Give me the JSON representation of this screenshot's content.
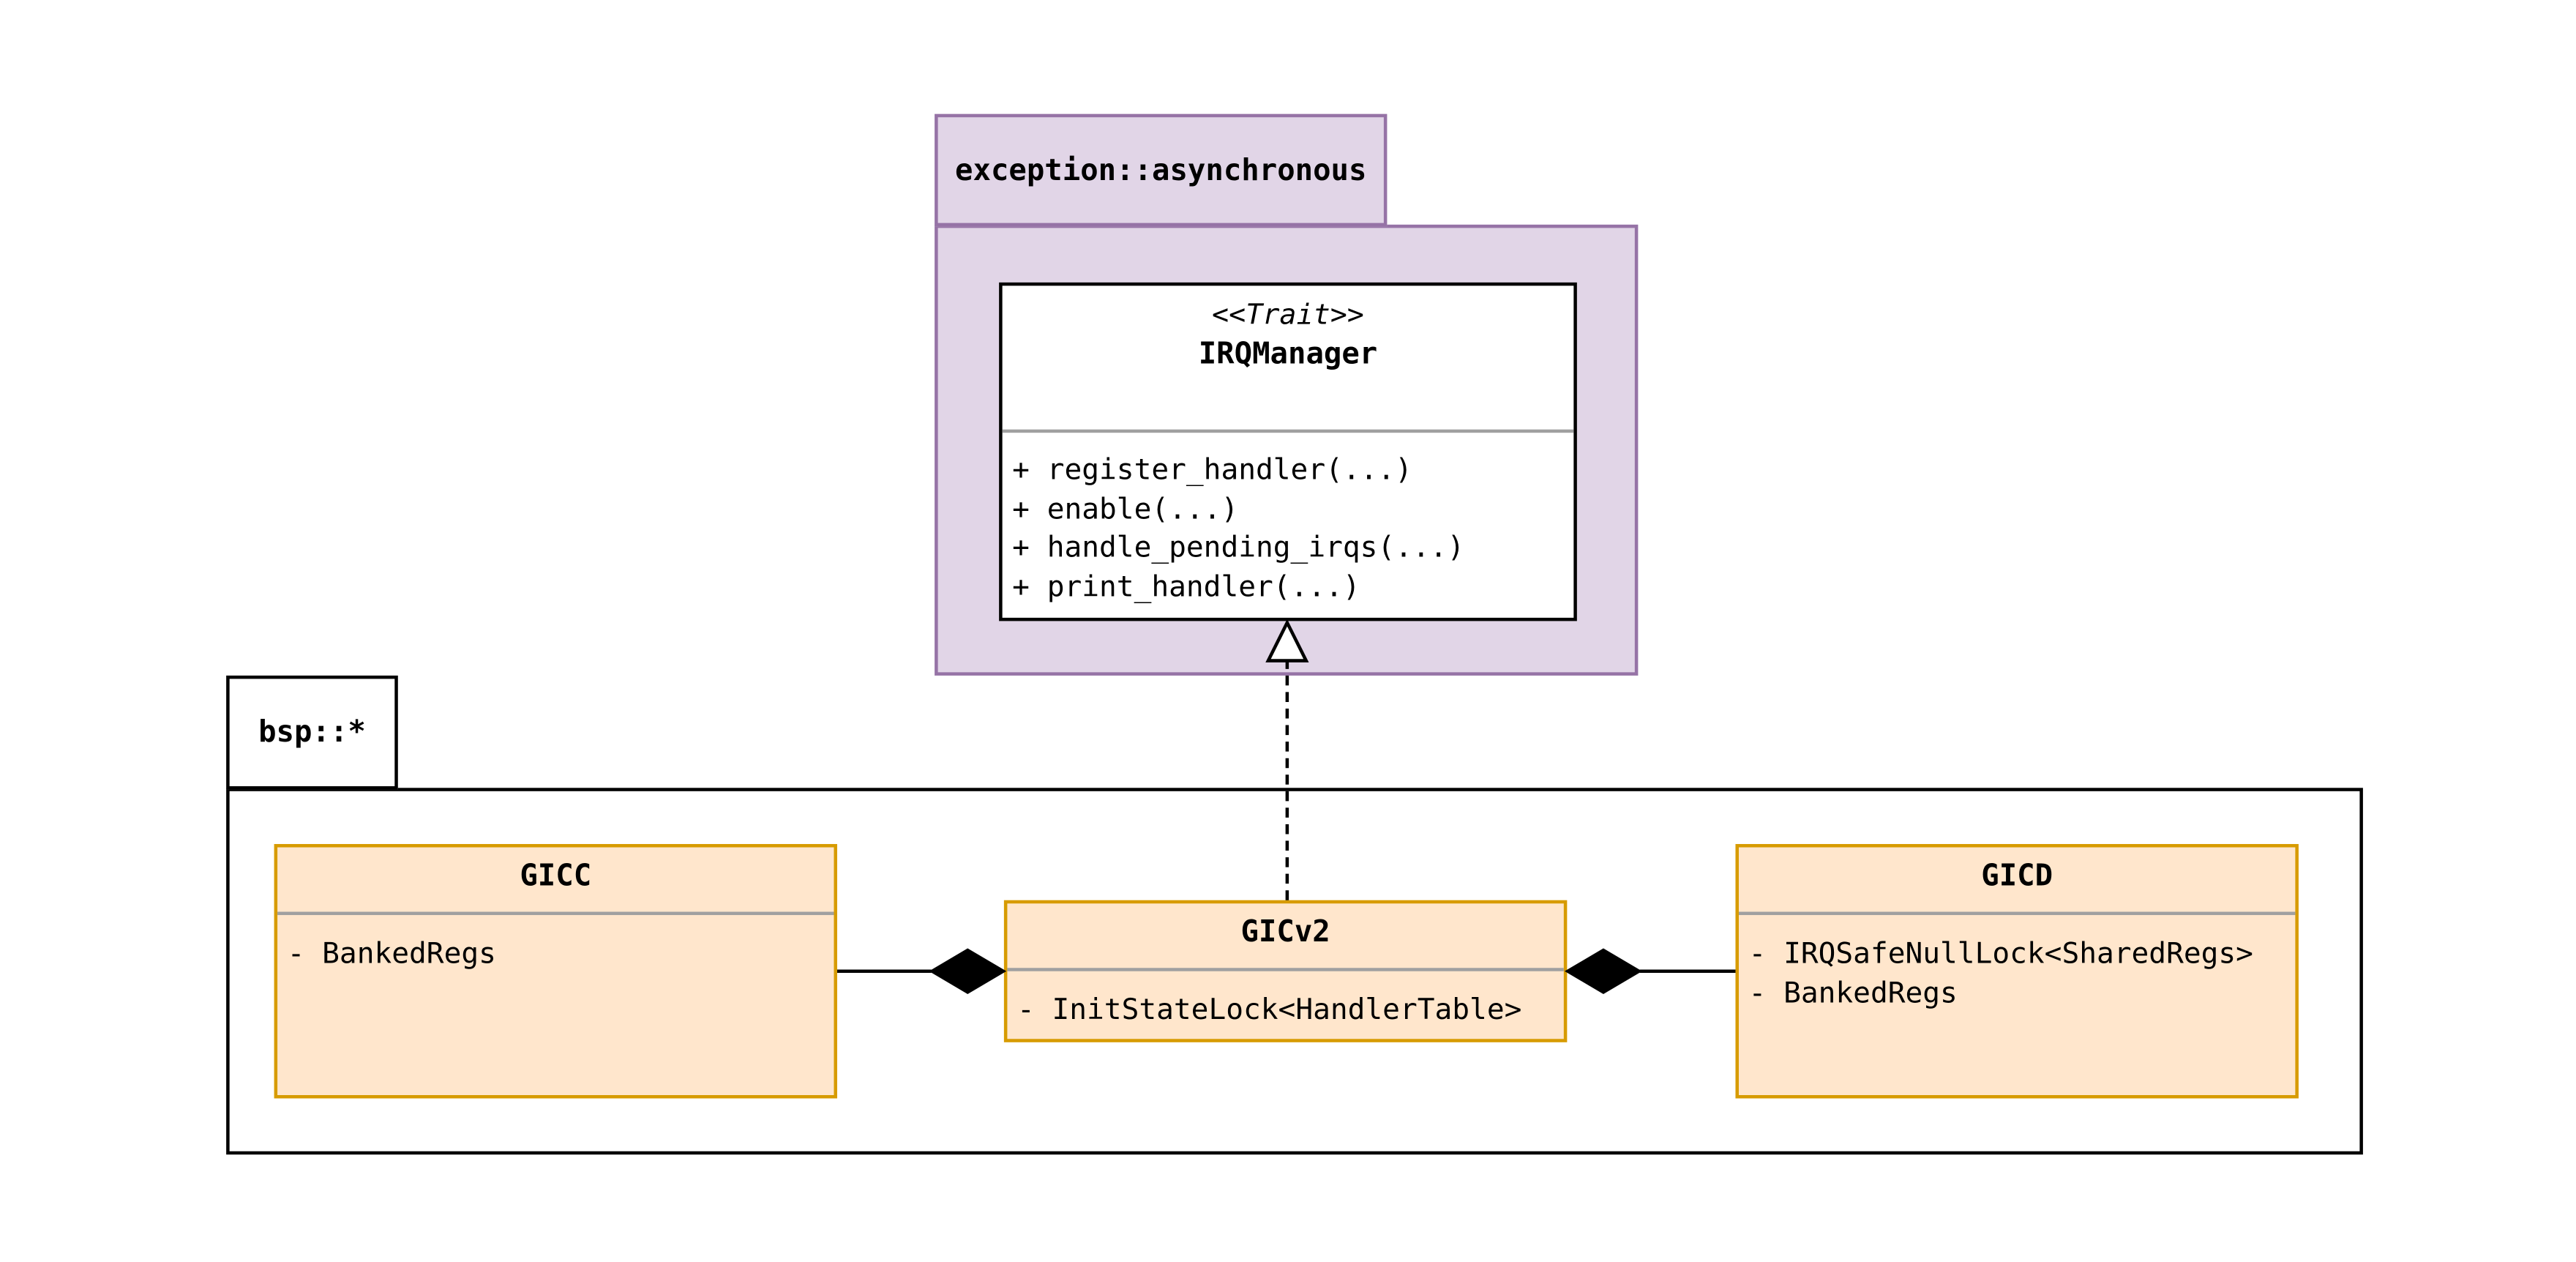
{
  "packages": {
    "exception": {
      "label": "exception::asynchronous"
    },
    "bsp": {
      "label": "bsp::*"
    }
  },
  "trait": {
    "stereotype": "<<Trait>>",
    "name": "IRQManager",
    "methods": [
      "+ register_handler(...)",
      "+ enable(...)",
      "+ handle_pending_irqs(...)",
      "+ print_handler(...)"
    ]
  },
  "classes": {
    "gicc": {
      "name": "GICC",
      "attributes": [
        "- BankedRegs"
      ]
    },
    "gicv2": {
      "name": "GICv2",
      "attributes": [
        "- InitStateLock<HandlerTable>"
      ]
    },
    "gicd": {
      "name": "GICD",
      "attributes": [
        "- IRQSafeNullLock<SharedRegs>",
        "- BankedRegs"
      ]
    }
  },
  "colors": {
    "package_exception_fill": "#e1d5e7",
    "package_exception_border": "#9673a6",
    "class_fill": "#ffe6cc",
    "class_border": "#d79b00"
  }
}
